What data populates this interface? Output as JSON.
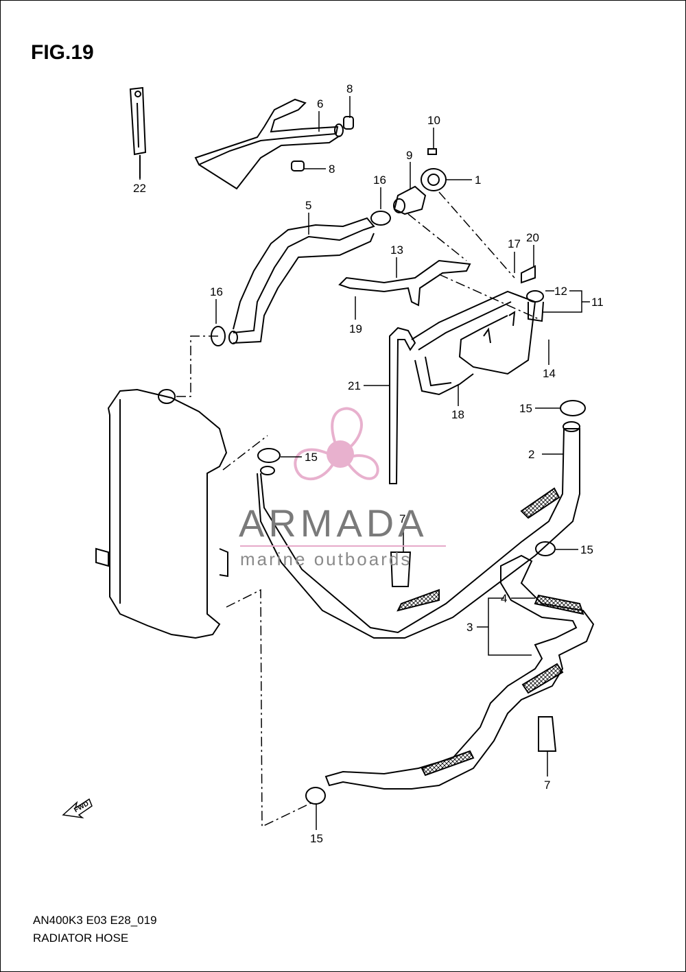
{
  "figure": {
    "title": "FIG.19"
  },
  "footer": {
    "model_code": "AN400K3 E03 E28_019",
    "section_name": "RADIATOR HOSE"
  },
  "watermark": {
    "brand": "ARMADA",
    "tagline": "marine outboards",
    "accent_color": "#e6a9c9"
  },
  "fwd_label": "FWD",
  "callouts": {
    "c1": "1",
    "c2": "2",
    "c3": "3",
    "c4": "4",
    "c5": "5",
    "c6": "6",
    "c7a": "7",
    "c7b": "7",
    "c8a": "8",
    "c8b": "8",
    "c9": "9",
    "c10": "10",
    "c11": "11",
    "c12": "12",
    "c13": "13",
    "c14": "14",
    "c15a": "15",
    "c15b": "15",
    "c15c": "15",
    "c15d": "15",
    "c16a": "16",
    "c16b": "16",
    "c17": "17",
    "c18": "18",
    "c19": "19",
    "c20": "20",
    "c21": "21",
    "c22": "22"
  }
}
